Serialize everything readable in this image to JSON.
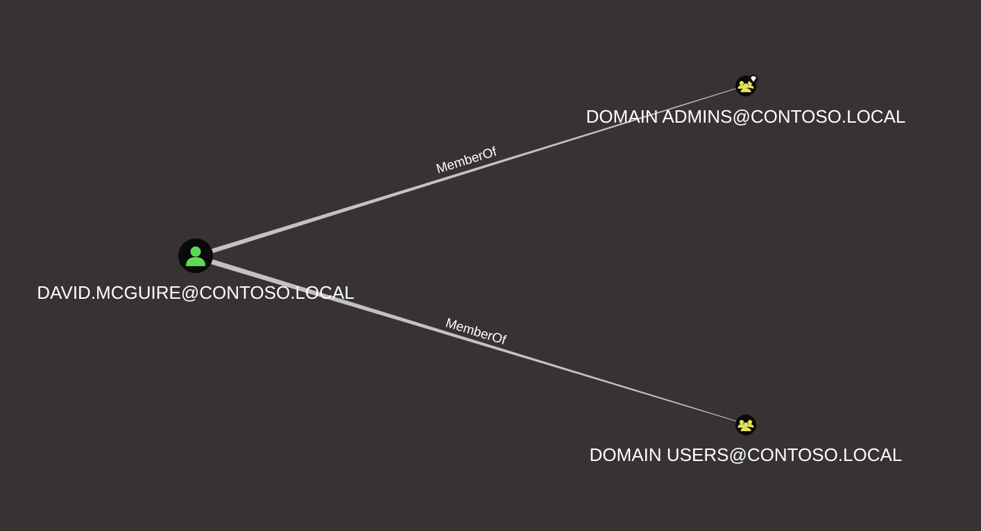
{
  "graph": {
    "background": "#363332",
    "edge_color": "#c4c2c1",
    "nodes": [
      {
        "id": "user",
        "label": "DAVID.MCGUIRE@CONTOSO.LOCAL",
        "kind": "user",
        "icon": "user-icon",
        "icon_color": "#5fd857",
        "badge": null
      },
      {
        "id": "domain-admins",
        "label": "DOMAIN ADMINS@CONTOSO.LOCAL",
        "kind": "group",
        "icon": "group-icon",
        "icon_color": "#e2e05a",
        "badge": "high-value-diamond-icon"
      },
      {
        "id": "domain-users",
        "label": "DOMAIN USERS@CONTOSO.LOCAL",
        "kind": "group",
        "icon": "group-icon",
        "icon_color": "#e2e05a",
        "badge": null
      }
    ],
    "edges": [
      {
        "source": "user",
        "target": "domain-admins",
        "label": "MemberOf"
      },
      {
        "source": "user",
        "target": "domain-users",
        "label": "MemberOf"
      }
    ]
  }
}
